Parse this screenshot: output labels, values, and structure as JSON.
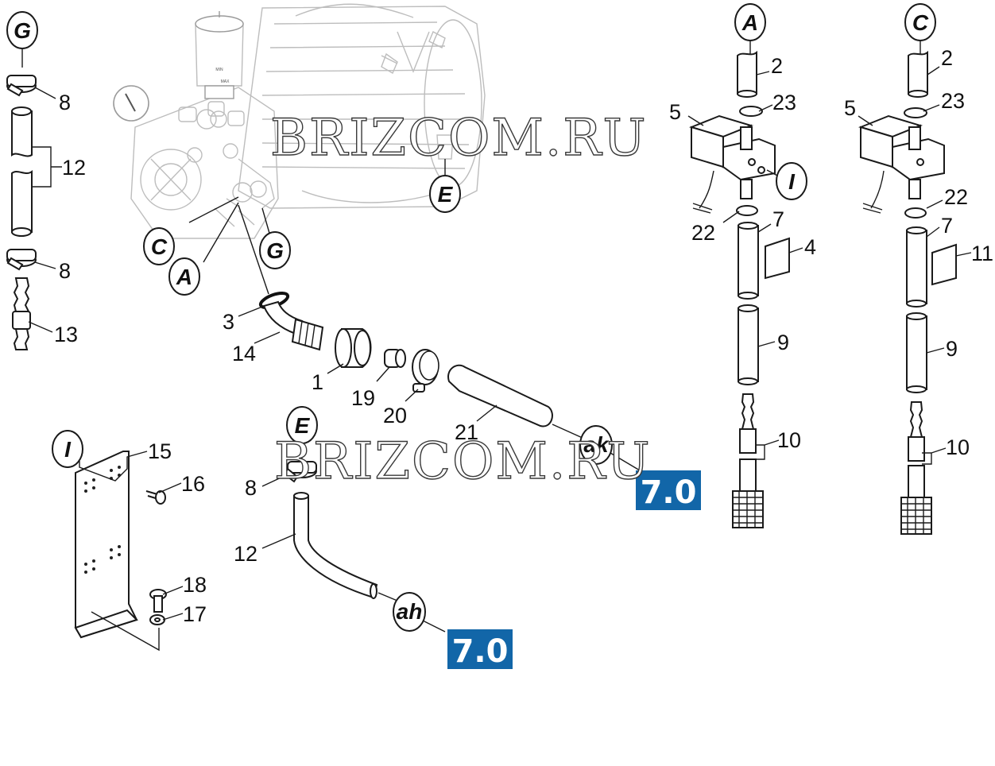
{
  "watermark": "BRIZCOM.RU",
  "pump_gauge": {
    "min_label": "MIN",
    "max_label": "MAX"
  },
  "badge_color": "#1266a8",
  "refs": {
    "g_top_left": "G",
    "c_pump": "C",
    "a_pump": "A",
    "g_pump": "G",
    "e_pump": "E",
    "a_col": "A",
    "c_col": "C",
    "i_valve": "I",
    "e_hose": "E",
    "ak": "ak",
    "ah": "ah",
    "i_bracket": "I"
  },
  "badges": {
    "top": "7.0",
    "bottom": "7.0"
  },
  "labels": {
    "l8a": "8",
    "l12a": "12",
    "l8b": "8",
    "l13": "13",
    "l3": "3",
    "l14": "14",
    "l1": "1",
    "l19": "19",
    "l20": "20",
    "l21": "21",
    "l15": "15",
    "l16": "16",
    "l18": "18",
    "l17": "17",
    "l8c": "8",
    "l12b": "12",
    "m2": "2",
    "m23": "23",
    "m5": "5",
    "m22": "22",
    "m7": "7",
    "m4": "4",
    "m9": "9",
    "m10": "10",
    "r2": "2",
    "r23": "23",
    "r5": "5",
    "r22": "22",
    "r7": "7",
    "r11": "11",
    "r9": "9",
    "r10": "10"
  }
}
